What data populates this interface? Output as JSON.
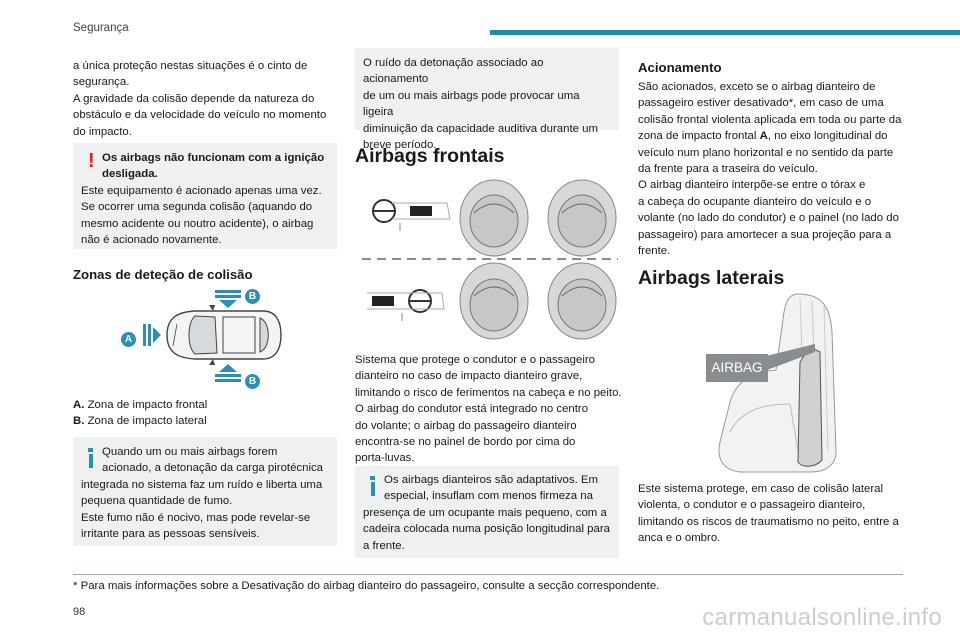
{
  "header": {
    "section": "Segurança"
  },
  "col1": {
    "intro": [
      "a única proteção nestas situações é o cinto de",
      "segurança.",
      "A gravidade da colisão depende da natureza do",
      "obstáculo e da velocidade do veículo no momento",
      "do impacto."
    ],
    "warning_bold": [
      "Os airbags não funcionam com a ignição",
      "desligada."
    ],
    "warning_text": [
      "Este equipamento é acionado apenas uma vez.",
      "Se ocorrer uma segunda colisão (aquando do",
      "mesmo acidente ou noutro acidente), o airbag",
      "não é acionado novamente."
    ],
    "zones_heading": "Zonas de deteção de colisão",
    "diagram_labels": {
      "a": "A",
      "b_top": "B",
      "b_bottom": "B"
    },
    "legend": [
      {
        "key": "A.",
        "text": "Zona de impacto frontal"
      },
      {
        "key": "B.",
        "text": "Zona de impacto lateral"
      }
    ],
    "info_text": [
      "Quando um ou mais airbags forem",
      "acionado, a detonação da carga pirotécnica",
      "integrada no sistema faz um ruído e liberta uma",
      "pequena quantidade de fumo.",
      "Este fumo não é nocivo, mas pode revelar-se",
      "irritante para as pessoas sensíveis."
    ]
  },
  "col2": {
    "noise_box": [
      "O ruído da detonação associado ao acionamento",
      "de um ou mais airbags pode provocar uma ligeira",
      "diminuição da capacidade auditiva durante um",
      "breve período."
    ],
    "heading": "Airbags frontais",
    "body": [
      "Sistema que protege o condutor e o passageiro",
      "dianteiro no caso de impacto dianteiro grave,",
      "limitando o risco de ferimentos na cabeça e no peito.",
      "O airbag do condutor está integrado no centro",
      "do volante; o airbag do passageiro dianteiro",
      "encontra-se no painel de bordo por cima do",
      "porta-luvas."
    ],
    "info_text": [
      "Os airbags dianteiros são adaptativos. Em",
      "especial, insuflam com menos firmeza na",
      "presença de um ocupante mais pequeno, com a",
      "cadeira colocada numa posição longitudinal para",
      "a frente."
    ]
  },
  "col3": {
    "heading_small": "Acionamento",
    "activation_text": [
      "São acionados, exceto se o airbag dianteiro de",
      "passageiro estiver desativado*, em caso de uma",
      "colisão frontal violenta aplicada em toda ou parte da",
      "zona de impacto frontal ",
      "A",
      ", no eixo longitudinal do",
      "veículo num plano horizontal e no sentido da parte",
      "da frente para a traseira do veículo.",
      "O airbag dianteiro interpõe-se entre o tórax e",
      "a cabeça do ocupante dianteiro do veículo e o",
      "volante (no lado do condutor) e o painel (no lado do",
      "passageiro) para amortecer a sua projeção para a",
      "frente."
    ],
    "heading": "Airbags laterais",
    "seat_label": "AIRBAG",
    "body": [
      "Este sistema protege, em caso de colisão lateral",
      "violenta, o condutor e o passageiro dianteiro,",
      "limitando os riscos de traumatismo no peito, entre a",
      "anca e o ombro."
    ]
  },
  "footnote": "* Para mais informações sobre a Desativação do airbag dianteiro do passageiro, consulte a secção correspondente.",
  "page_number": "98",
  "watermark": "carmanualsonline.info",
  "colors": {
    "accent": "#1e8fa8",
    "warning": "#e2231a",
    "info": "#2a8fb8",
    "box": "#eef0f1"
  }
}
